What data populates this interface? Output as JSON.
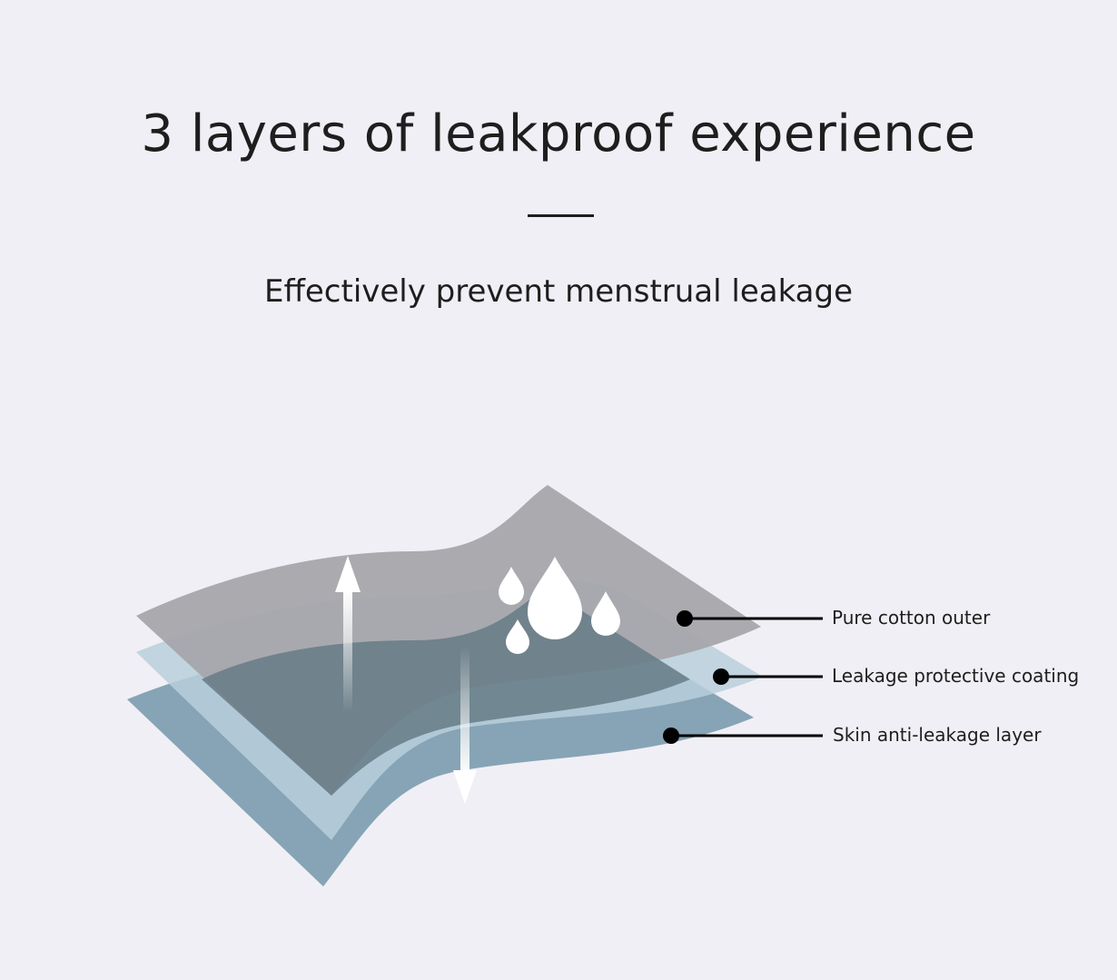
{
  "header": {
    "title": "3 layers of leakproof experience",
    "subtitle": "Effectively prevent menstrual leakage"
  },
  "layers": [
    {
      "label": "Pure cotton outer"
    },
    {
      "label": "Leakage protective coating"
    },
    {
      "label": "Skin anti-leakage layer"
    }
  ],
  "icons": {
    "up_arrow": "arrow-up-icon",
    "down_arrow": "arrow-down-icon",
    "drops": "water-drops-icon"
  },
  "colors": {
    "background": "#f0eff5",
    "text": "#1e1e1e",
    "outer_layer": "#a7a6ab",
    "middle_layer": "#b9cfdc",
    "bottom_layer": "#7f9fb1",
    "center_fill": "#667b86",
    "marker": "#000000",
    "icon_white": "#ffffff"
  }
}
